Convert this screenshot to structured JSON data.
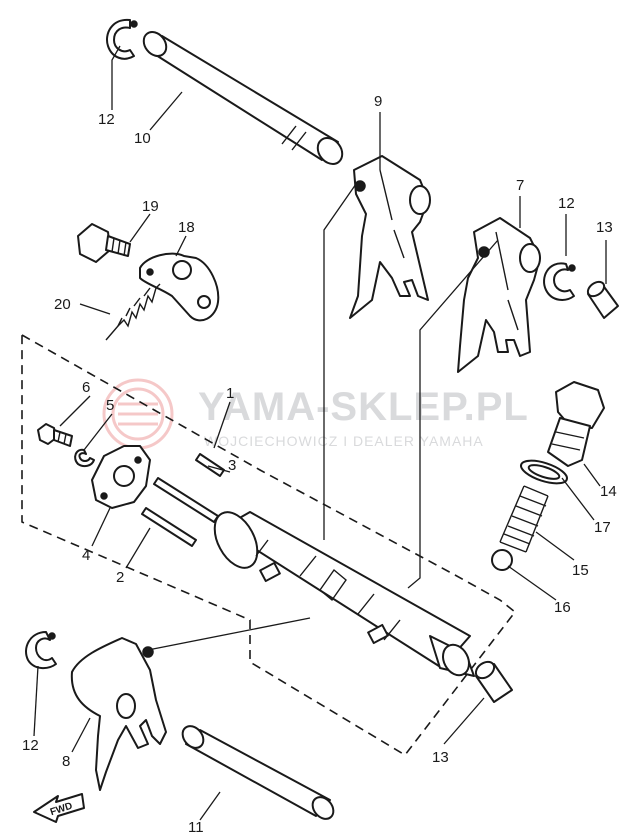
{
  "watermark": {
    "title": "YAMA-SKLEP.PL",
    "subtitle": "WOJCIECHOWICZ I DEALER YAMAHA"
  },
  "fwd_badge": "FWD",
  "callouts": {
    "c12a": "12",
    "c10": "10",
    "c9": "9",
    "c19": "19",
    "c18": "18",
    "c20": "20",
    "c7": "7",
    "c12b": "12",
    "c13a": "13",
    "c6": "6",
    "c5": "5",
    "c1": "1",
    "c3": "3",
    "c14": "14",
    "c17": "17",
    "c4": "4",
    "c2": "2",
    "c15": "15",
    "c16": "16",
    "c12c": "12",
    "c8": "8",
    "c13b": "13",
    "c11": "11"
  }
}
